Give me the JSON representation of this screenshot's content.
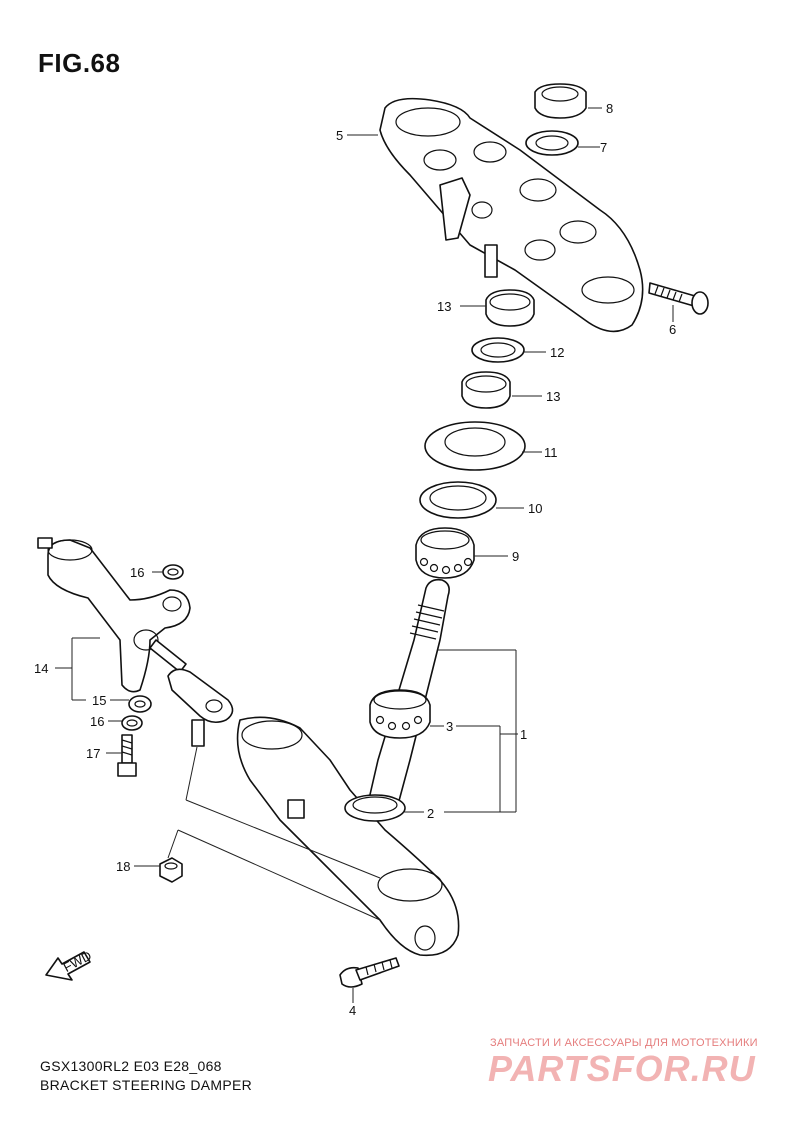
{
  "figure": {
    "title": "FIG.68"
  },
  "callouts": [
    "1",
    "2",
    "3",
    "4",
    "5",
    "6",
    "7",
    "8",
    "9",
    "10",
    "11",
    "12",
    "13",
    "13",
    "14",
    "15",
    "16",
    "16",
    "17",
    "18"
  ],
  "fwd_label": "FWD",
  "footer": {
    "model_code": "GSX1300RL2 E03 E28_068",
    "diagram_name": "BRACKET STEERING DAMPER"
  },
  "watermark": {
    "tagline": "ЗАПЧАСТИ И АКСЕССУАРЫ ДЛЯ МОТОТЕХНИКИ",
    "logo": "PARTSFOR.RU"
  },
  "colors": {
    "line": "#111111",
    "watermark": "#f2b3b3"
  }
}
